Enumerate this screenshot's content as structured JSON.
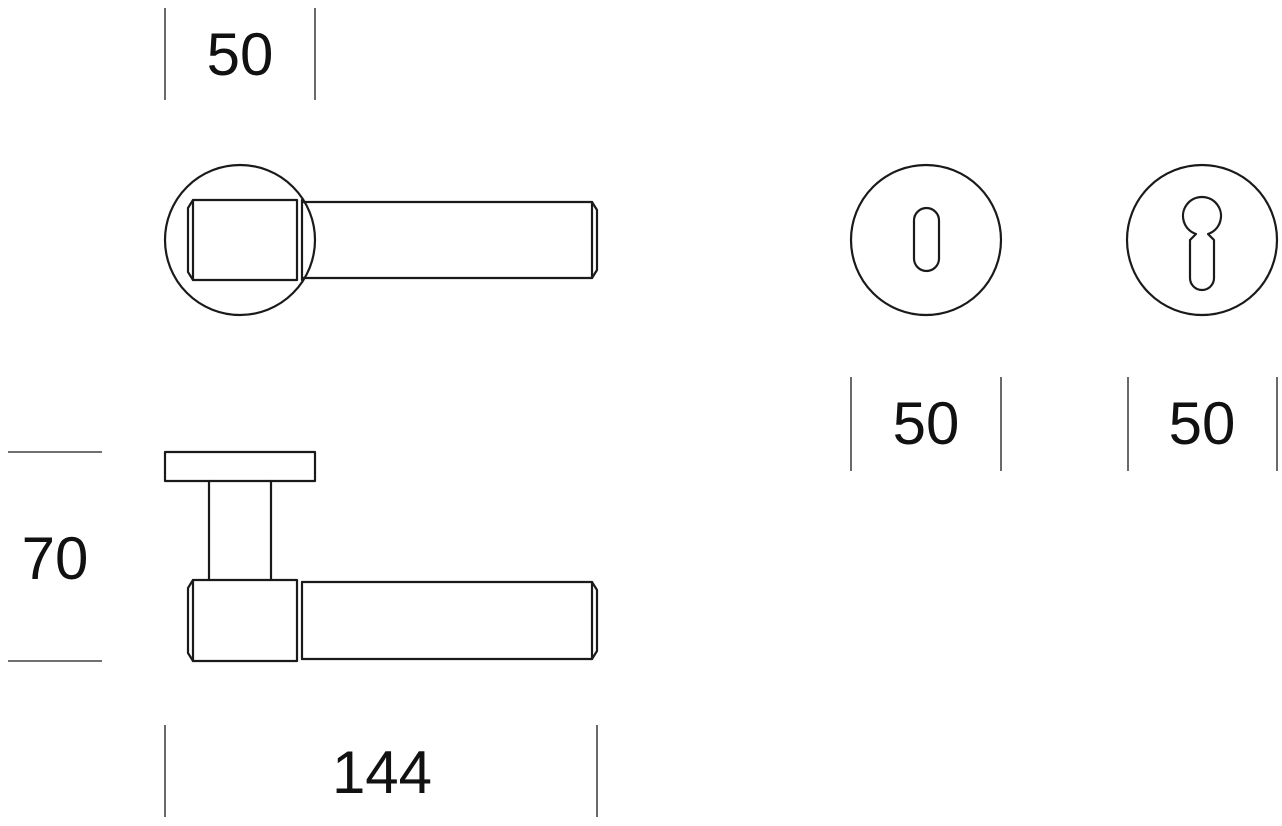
{
  "dimensions": {
    "rosette_diameter": "50",
    "keyhole_escutcheon_diameter": "50",
    "cylinder_escutcheon_diameter": "50",
    "handle_projection": "70",
    "handle_length": "144"
  }
}
